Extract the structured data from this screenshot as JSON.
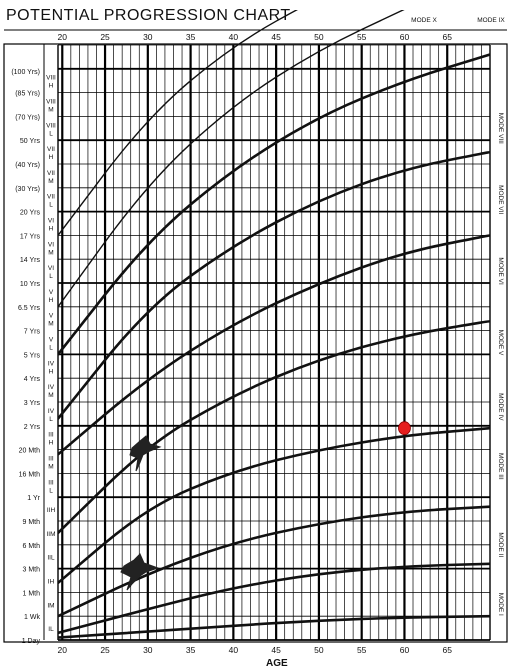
{
  "chart_data": {
    "type": "line",
    "title": "POTENTIAL PROGRESSION CHART",
    "xlabel": "AGE",
    "ylabel": "",
    "xlim": [
      19.5,
      70
    ],
    "x_ticks": [
      20,
      25,
      30,
      35,
      40,
      45,
      50,
      55,
      60,
      65
    ],
    "x_tick_labels": [
      "20",
      "25",
      "30",
      "35",
      "40",
      "45",
      "50",
      "55",
      "60",
      "65"
    ],
    "y_levels": 25,
    "y_tick_labels": [
      {
        "label": "(100 Yrs)",
        "level": 23.9
      },
      {
        "label": "(85 Yrs)",
        "level": 23
      },
      {
        "label": "(70 Yrs)",
        "level": 22
      },
      {
        "label": "50 Yrs",
        "level": 21
      },
      {
        "label": "(40 Yrs)",
        "level": 20
      },
      {
        "label": "(30 Yrs)",
        "level": 19
      },
      {
        "label": "20 Yrs",
        "level": 18
      },
      {
        "label": "17 Yrs",
        "level": 17
      },
      {
        "label": "14 Yrs",
        "level": 16
      },
      {
        "label": "10 Yrs",
        "level": 15
      },
      {
        "label": "6.5 Yrs",
        "level": 14
      },
      {
        "label": "7 Yrs",
        "level": 13
      },
      {
        "label": "5 Yrs",
        "level": 12
      },
      {
        "label": "4 Yrs",
        "level": 11
      },
      {
        "label": "3 Yrs",
        "level": 10
      },
      {
        "label": "2 Yrs",
        "level": 9
      },
      {
        "label": "20 Mth",
        "level": 8
      },
      {
        "label": "16 Mth",
        "level": 7
      },
      {
        "label": "1 Yr",
        "level": 6
      },
      {
        "label": "9 Mth",
        "level": 5
      },
      {
        "label": "6 Mth",
        "level": 4
      },
      {
        "label": "3 Mth",
        "level": 3
      },
      {
        "label": "1 Mth",
        "level": 2
      },
      {
        "label": "1 Wk",
        "level": 1
      },
      {
        "label": "1 Day",
        "level": 0
      }
    ],
    "level_labels": [
      {
        "roman": "VIII",
        "sub": "H",
        "level": 23.5
      },
      {
        "roman": "VIII",
        "sub": "M",
        "level": 22.5
      },
      {
        "roman": "VIII",
        "sub": "L",
        "level": 21.5
      },
      {
        "roman": "VII",
        "sub": "H",
        "level": 20.5
      },
      {
        "roman": "VII",
        "sub": "M",
        "level": 19.5
      },
      {
        "roman": "VII",
        "sub": "L",
        "level": 18.5
      },
      {
        "roman": "VI",
        "sub": "H",
        "level": 17.5
      },
      {
        "roman": "VI",
        "sub": "M",
        "level": 16.5
      },
      {
        "roman": "VI",
        "sub": "L",
        "level": 15.5
      },
      {
        "roman": "V",
        "sub": "H",
        "level": 14.5
      },
      {
        "roman": "V",
        "sub": "M",
        "level": 13.5
      },
      {
        "roman": "V",
        "sub": "L",
        "level": 12.5
      },
      {
        "roman": "IV",
        "sub": "H",
        "level": 11.5
      },
      {
        "roman": "IV",
        "sub": "M",
        "level": 10.5
      },
      {
        "roman": "IV",
        "sub": "L",
        "level": 9.5
      },
      {
        "roman": "III",
        "sub": "H",
        "level": 8.5
      },
      {
        "roman": "III",
        "sub": "M",
        "level": 7.5
      },
      {
        "roman": "III",
        "sub": "L",
        "level": 6.5
      },
      {
        "roman": "IIH",
        "sub": "",
        "level": 5.5
      },
      {
        "roman": "IIM",
        "sub": "",
        "level": 4.5
      },
      {
        "roman": "IIL",
        "sub": "",
        "level": 3.5
      },
      {
        "roman": "IH",
        "sub": "",
        "level": 2.5
      },
      {
        "roman": "IM",
        "sub": "",
        "level": 1.5
      },
      {
        "roman": "IL",
        "sub": "",
        "level": 0.5
      }
    ],
    "modes": [
      {
        "label": "MODE VIII",
        "level": 21.5
      },
      {
        "label": "MODE VII",
        "level": 18.5
      },
      {
        "label": "MODE VI",
        "level": 15.5
      },
      {
        "label": "MODE V",
        "level": 12.5
      },
      {
        "label": "MODE IV",
        "level": 9.8
      },
      {
        "label": "MODE III",
        "level": 7.3
      },
      {
        "label": "MODE II",
        "level": 4.0
      },
      {
        "label": "MODE I",
        "level": 1.5
      }
    ],
    "top_mode_labels": [
      "MODE X",
      "MODE IX"
    ],
    "series": [
      {
        "x": [
          19.5,
          30,
          40,
          50,
          60,
          70
        ],
        "y": [
          0.1,
          0.35,
          0.6,
          0.82,
          0.95,
          1.0
        ]
      },
      {
        "x": [
          19.5,
          30,
          40,
          50,
          60,
          70
        ],
        "y": [
          0.3,
          1.3,
          2.2,
          2.8,
          3.1,
          3.2
        ]
      },
      {
        "x": [
          19.5,
          30,
          40,
          50,
          60,
          70
        ],
        "y": [
          1.0,
          2.8,
          4.1,
          4.9,
          5.4,
          5.6
        ]
      },
      {
        "x": [
          19.5,
          30,
          40,
          50,
          60,
          70
        ],
        "y": [
          2.4,
          5.6,
          7.1,
          8.0,
          8.6,
          8.9
        ]
      },
      {
        "x": [
          19.5,
          30,
          40,
          50,
          60,
          70
        ],
        "y": [
          4.5,
          8.2,
          10.3,
          11.8,
          12.8,
          13.4
        ]
      },
      {
        "x": [
          19.5,
          30,
          40,
          50,
          60,
          70
        ],
        "y": [
          7.8,
          11.0,
          13.3,
          15.0,
          16.3,
          17.0
        ]
      },
      {
        "x": [
          19.5,
          30,
          40,
          50,
          60,
          70
        ],
        "y": [
          9.3,
          14.0,
          16.6,
          18.5,
          19.8,
          20.5
        ]
      },
      {
        "x": [
          19.5,
          30,
          40,
          50,
          60,
          70
        ],
        "y": [
          12.0,
          16.8,
          19.8,
          22.0,
          23.5,
          24.6
        ]
      },
      {
        "x": [
          19.5,
          30,
          40,
          50,
          60
        ],
        "y": [
          14.0,
          19.2,
          22.5,
          24.8,
          26.5
        ]
      },
      {
        "x": [
          19.5,
          30,
          40,
          50,
          55
        ],
        "y": [
          17.0,
          22.0,
          25.0,
          27.0,
          27.8
        ]
      }
    ],
    "highlight_point": {
      "x": 60,
      "y": 8.9,
      "color": "#e61e1e"
    },
    "grid": true,
    "legend": "none"
  }
}
